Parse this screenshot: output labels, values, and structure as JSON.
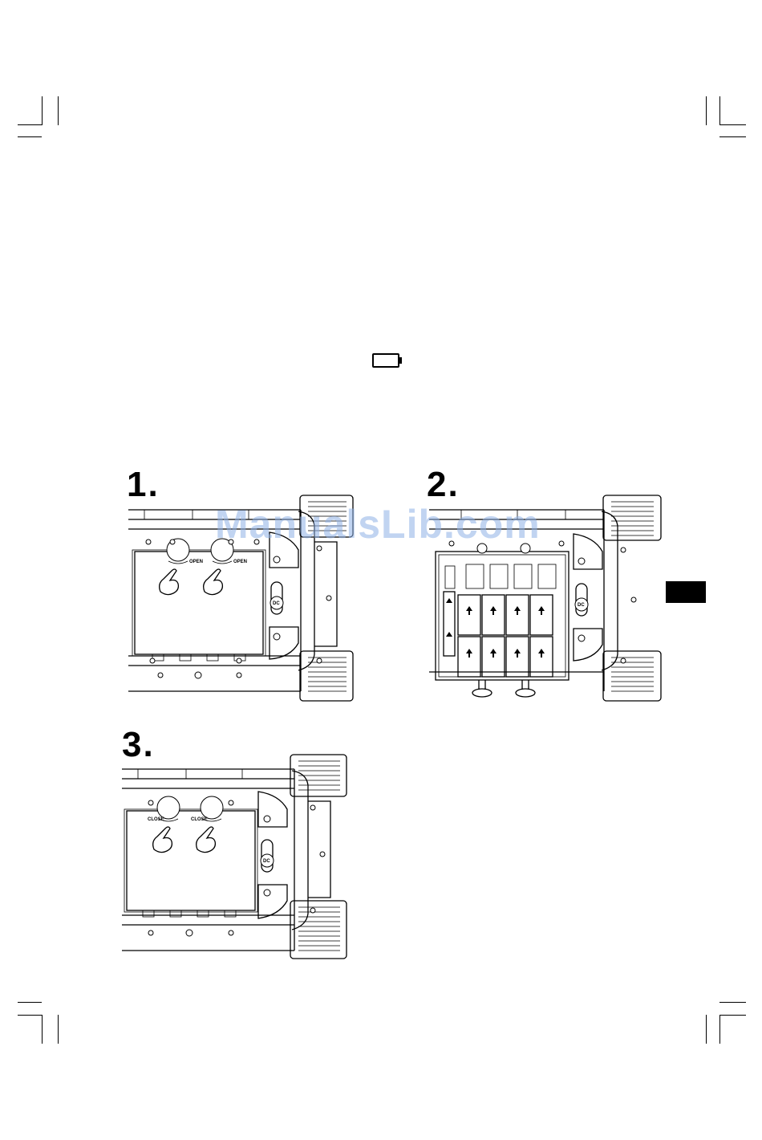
{
  "steps": {
    "step1": "1.",
    "step2": "2.",
    "step3": "3."
  },
  "watermark": "ManualsLib.com",
  "figure1": {
    "knob_left": "OPEN",
    "knob_right": "OPEN",
    "dc_label": "DC"
  },
  "figure3": {
    "knob_left": "CLOSE",
    "knob_right": "CLOSE",
    "dc_label": "DC"
  },
  "figure2": {
    "dc_label": "DC"
  },
  "icons": {
    "battery": "battery-icon",
    "pointer": "pointing-hand-icon"
  },
  "colors": {
    "ink": "#000000",
    "watermark": "#8fb1e6",
    "page": "#ffffff"
  }
}
